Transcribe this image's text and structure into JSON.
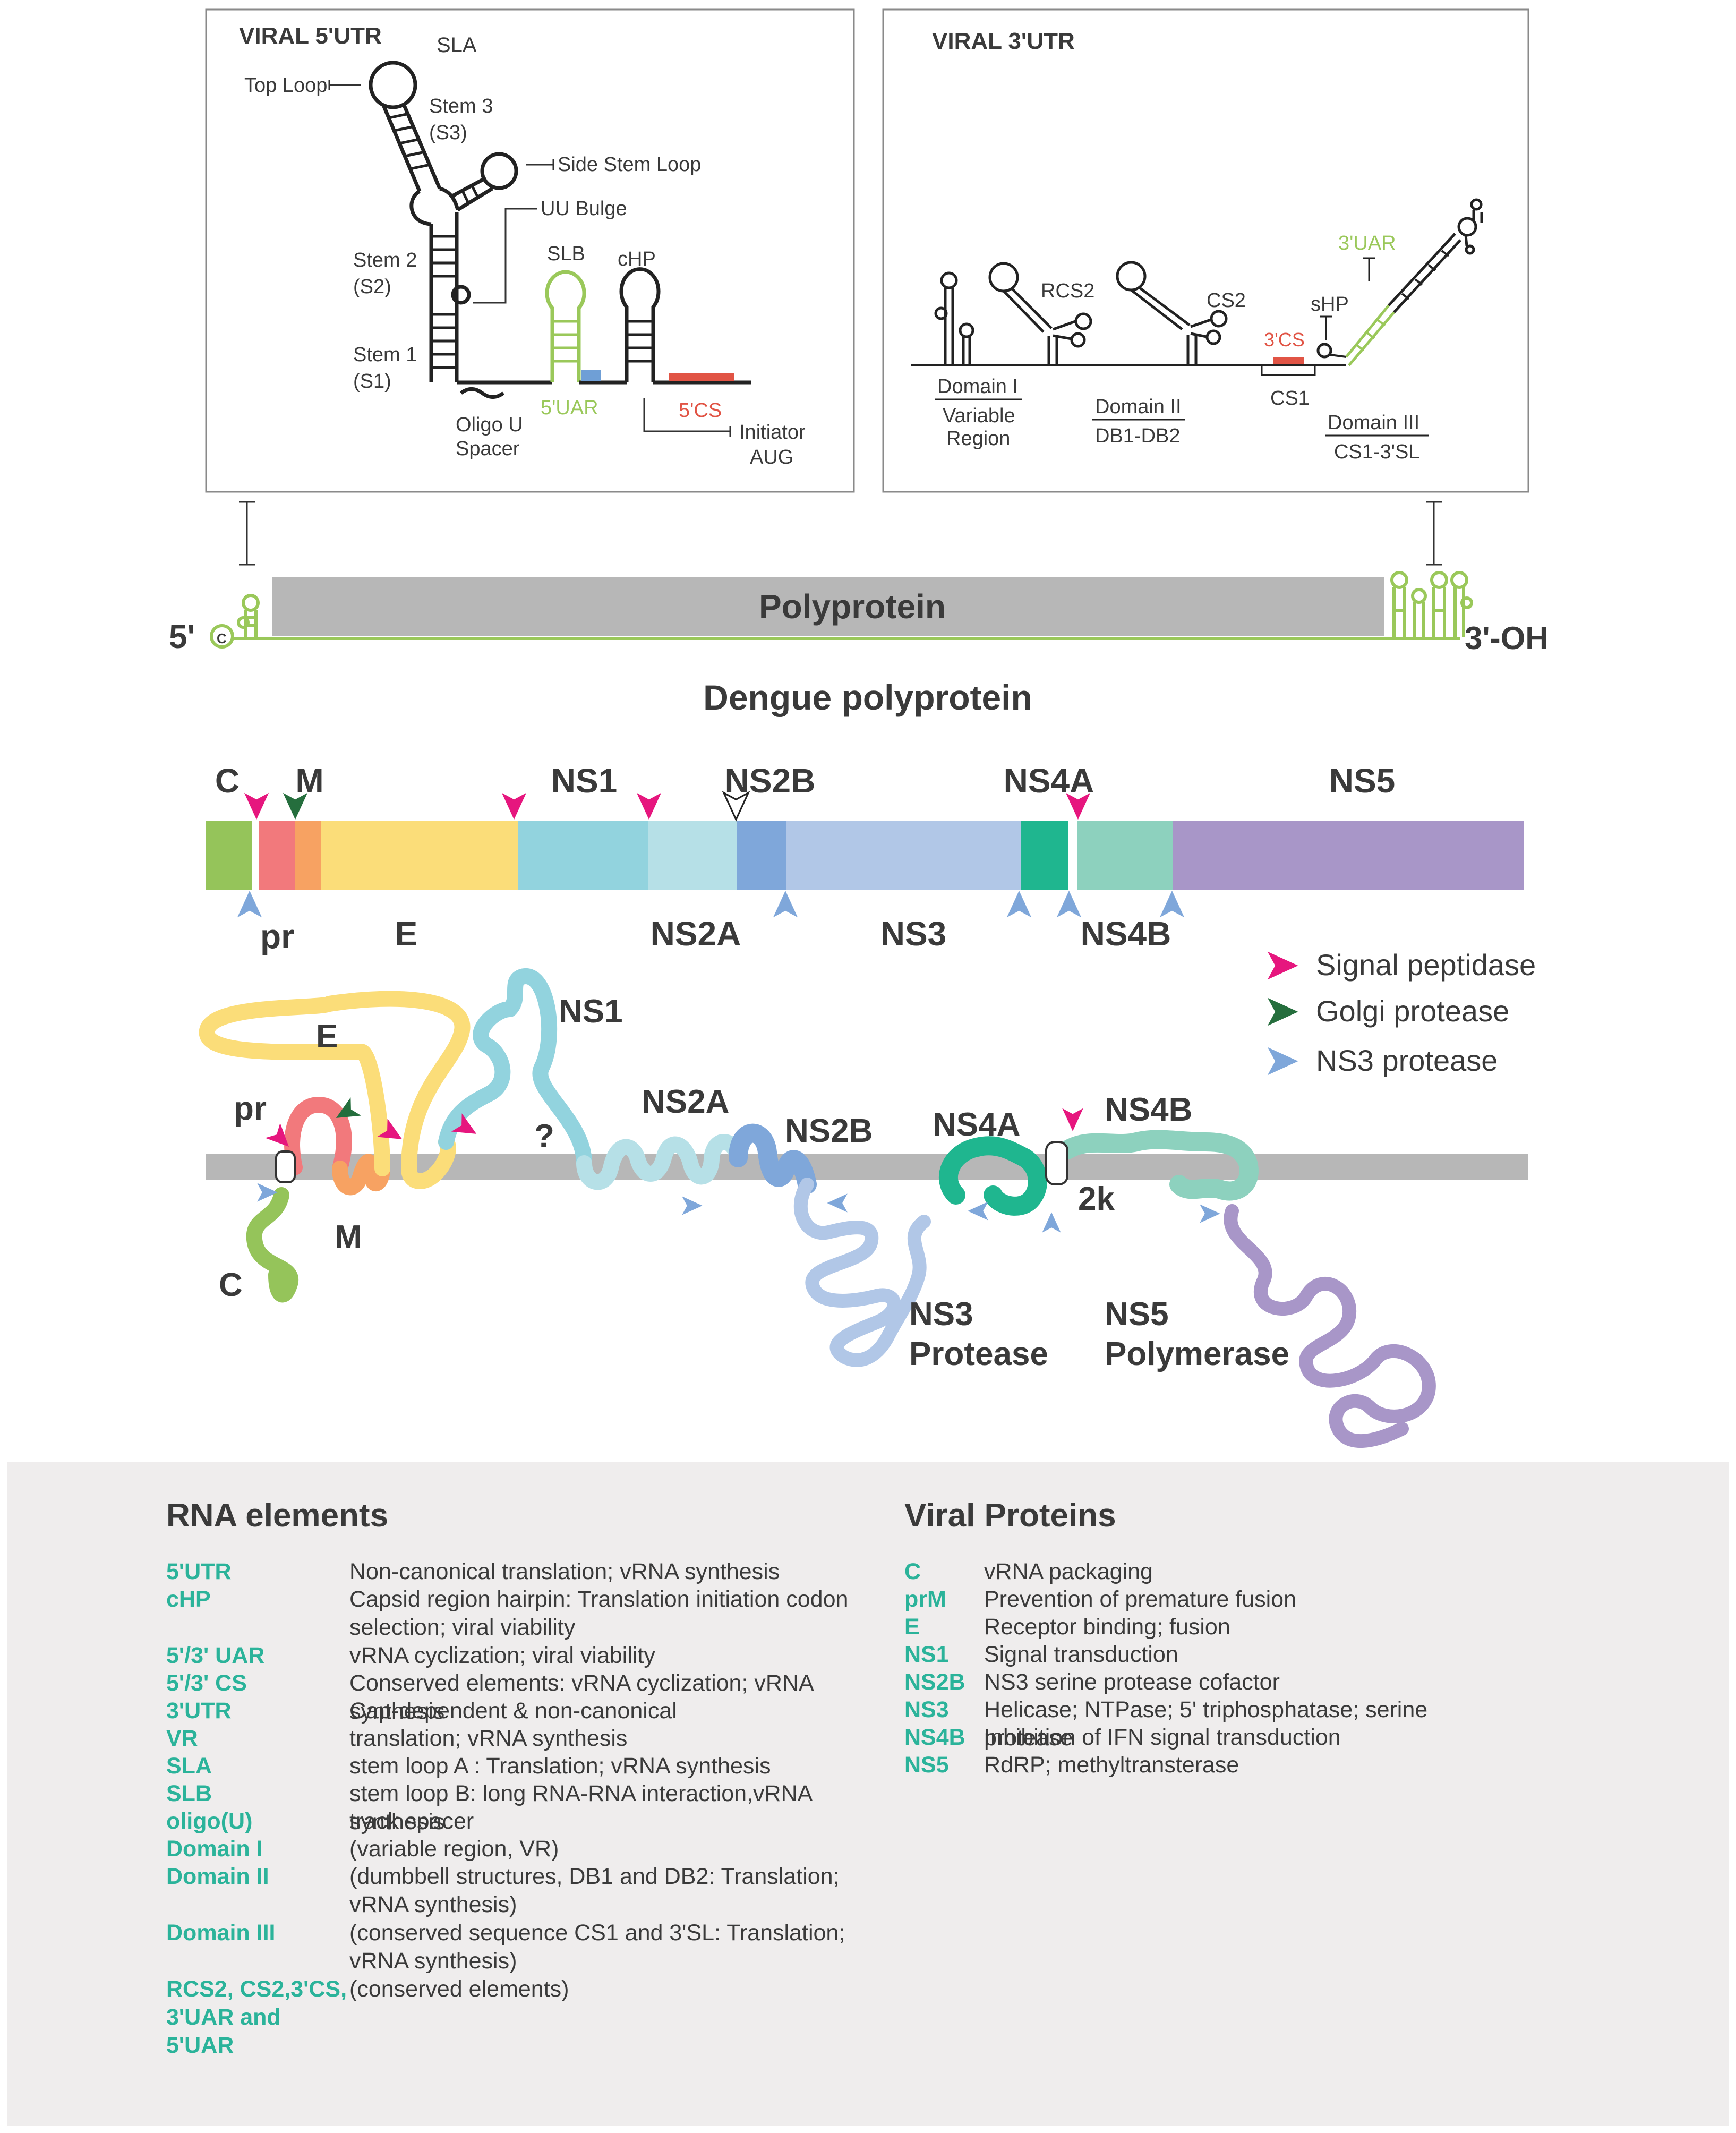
{
  "utr5": {
    "title": "VIRAL 5'UTR",
    "sla": "SLA",
    "top_loop": "Top Loop",
    "stem3": "Stem 3",
    "s3": "(S3)",
    "side_stem_loop": "Side Stem Loop",
    "uu_bulge": "UU Bulge",
    "stem2": "Stem 2",
    "s2": "(S2)",
    "stem1": "Stem 1",
    "s1": "(S1)",
    "slb": "SLB",
    "chp": "cHP",
    "uar5": "5'UAR",
    "cs5": "5'CS",
    "oligo": "Oligo U",
    "spacer": "Spacer",
    "initiator": "Initiator",
    "aug": "AUG"
  },
  "utr3": {
    "title": "VIRAL 3'UTR",
    "rcs2": "RCS2",
    "cs2": "CS2",
    "shp": "sHP",
    "uar3": "3'UAR",
    "cs3": "3'CS",
    "cs1": "CS1",
    "domain1": "Domain I",
    "variable": "Variable",
    "region": "Region",
    "domain2": "Domain II",
    "db": "DB1-DB2",
    "domain3": "Domain III",
    "cs13sl": "CS1-3'SL"
  },
  "genome": {
    "five_prime": "5'",
    "cap": "C",
    "polyprotein": "Polyprotein",
    "three_oh": "3'-OH"
  },
  "dengue_title": "Dengue polyprotein",
  "bar_labels": {
    "c": "C",
    "m": "M",
    "ns1": "NS1",
    "ns2b": "NS2B",
    "ns4a": "NS4A",
    "ns5": "NS5",
    "pr": "pr",
    "e": "E",
    "ns2a": "NS2A",
    "ns3": "NS3",
    "ns4b": "NS4B"
  },
  "legend": {
    "signal": "Signal peptidase",
    "golgi": "Golgi protease",
    "ns3": "NS3 protease"
  },
  "membrane_labels": {
    "e": "E",
    "pr": "pr",
    "m": "M",
    "c": "C",
    "ns1": "NS1",
    "q": "?",
    "ns2a": "NS2A",
    "ns2b": "NS2B",
    "ns4a": "NS4A",
    "ns4b": "NS4B",
    "k2": "2k",
    "ns3": "NS3",
    "protease": "Protease",
    "ns5": "NS5",
    "polymerase": "Polymerase"
  },
  "colors": {
    "c": "#95c45a",
    "pr": "#f2797c",
    "m": "#f7a262",
    "e": "#fbdd79",
    "ns1": "#92d3de",
    "ns2a": "#b6e0e7",
    "ns2b": "#7fa7da",
    "ns3": "#b1c7e7",
    "ns4a": "#1fb68f",
    "ns4b": "#8dd1be",
    "ns5": "#a896c8",
    "signal": "#e6167e",
    "golgi": "#256e3d",
    "ns3_arrow": "#7fa7da",
    "utr_green": "#9ac85a",
    "cs_red": "#e15445",
    "uar_blue": "#6f9fd6",
    "membrane": "#b7b7b7",
    "teal": "#2bb39a"
  },
  "rna_title": "RNA elements",
  "rna_elements": [
    {
      "term": "5'UTR",
      "desc": "Non-canonical translation;  vRNA synthesis"
    },
    {
      "term": "cHP",
      "desc": "Capsid region hairpin: Translation initiation codon selection; viral viability"
    },
    {
      "term": "5'/3' UAR",
      "desc": "vRNA cyclization; viral viability"
    },
    {
      "term": "5'/3' CS",
      "desc": "Conserved elements: vRNA cyclization; vRNA synthesis"
    },
    {
      "term": "3'UTR",
      "desc": "Cap-dependent & non-canonical"
    },
    {
      "term": "VR",
      "desc": "translation; vRNA synthesis"
    },
    {
      "term": "SLA",
      "desc": "stem loop A : Translation; vRNA synthesis"
    },
    {
      "term": "SLB",
      "desc": "stem loop B: long RNA-RNA interaction,vRNA synthesis"
    },
    {
      "term": "oligo(U)",
      "desc": "track spacer"
    },
    {
      "term": "Domain I",
      "desc": "(variable region, VR)"
    },
    {
      "term": "Domain II",
      "desc": "(dumbbell structures, DB1 and DB2: Translation; vRNA synthesis)"
    },
    {
      "term": "Domain III",
      "desc": "(conserved sequence CS1 and 3'SL: Translation; vRNA synthesis)"
    },
    {
      "term": "RCS2, CS2,3'CS, 3'UAR and 5'UAR",
      "desc": "(conserved elements)"
    }
  ],
  "proteins_title": "Viral Proteins",
  "viral_proteins": [
    {
      "term": "C",
      "desc": "vRNA packaging"
    },
    {
      "term": "prM",
      "desc": "Prevention of premature fusion"
    },
    {
      "term": "E",
      "desc": "Receptor binding; fusion"
    },
    {
      "term": "NS1",
      "desc": "Signal transduction"
    },
    {
      "term": "NS2B",
      "desc": "NS3 serine protease cofactor"
    },
    {
      "term": "NS3",
      "desc": "Helicase; NTPase; 5' triphosphatase; serine protease"
    },
    {
      "term": "NS4B",
      "desc": "Inhibition of IFN signal transduction"
    },
    {
      "term": "NS5",
      "desc": "RdRP; methyltransterase"
    }
  ]
}
